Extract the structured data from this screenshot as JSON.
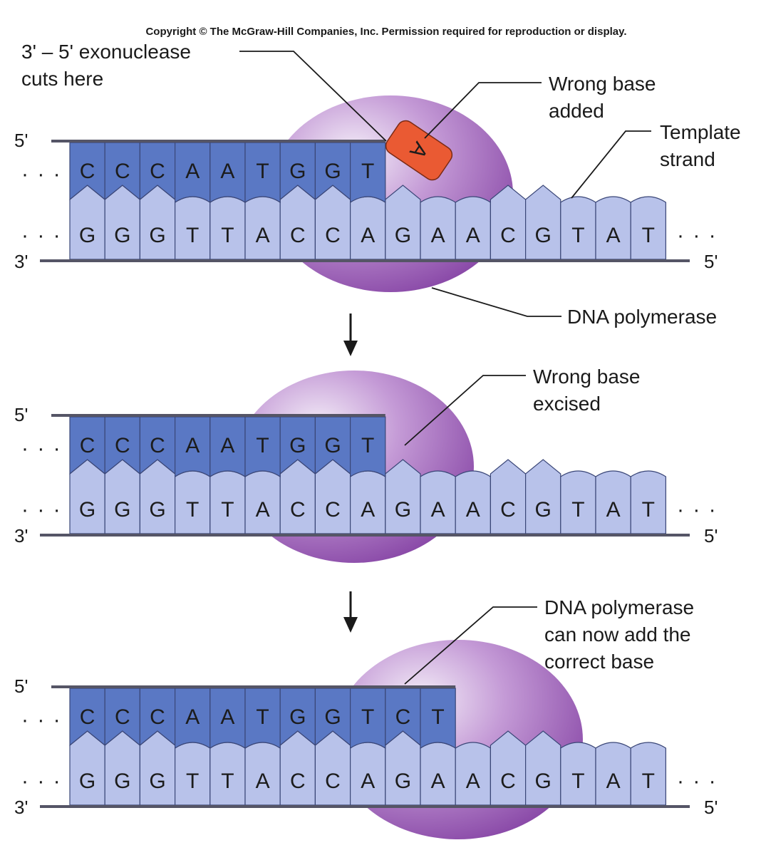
{
  "copyright": "Copyright © The McGraw-Hill Companies, Inc. Permission required for reproduction or display.",
  "colors": {
    "new_strand": "#5a78c4",
    "template_strand": "#b8c2ea",
    "strand_outline": "#3a4677",
    "polymerase": "#9a58b8",
    "wrong_base": "#ea5a33",
    "backbone": "#555566"
  },
  "panels": [
    {
      "new_strand_bases": [
        "C",
        "C",
        "C",
        "A",
        "A",
        "T",
        "G",
        "G",
        "T"
      ],
      "template_bases": [
        "G",
        "G",
        "G",
        "T",
        "T",
        "A",
        "C",
        "C",
        "A",
        "G",
        "A",
        "A",
        "C",
        "G",
        "T",
        "A",
        "T"
      ],
      "five_prime_top": "5'",
      "three_prime_bottom": "3'",
      "five_prime_bottom": "5'",
      "dots_left_top": "· · ·",
      "dots_left_bottom": "· · ·",
      "dots_right_bottom": "· · ·",
      "wrong_base": "A",
      "labels": [
        {
          "lines": [
            "3' – 5' exonuclease",
            "cuts here"
          ]
        },
        {
          "lines": [
            "Wrong base",
            "added"
          ]
        },
        {
          "lines": [
            "Template",
            "strand"
          ]
        },
        {
          "lines": [
            "DNA polymerase"
          ]
        }
      ]
    },
    {
      "new_strand_bases": [
        "C",
        "C",
        "C",
        "A",
        "A",
        "T",
        "G",
        "G",
        "T"
      ],
      "template_bases": [
        "G",
        "G",
        "G",
        "T",
        "T",
        "A",
        "C",
        "C",
        "A",
        "G",
        "A",
        "A",
        "C",
        "G",
        "T",
        "A",
        "T"
      ],
      "five_prime_top": "5'",
      "three_prime_bottom": "3'",
      "five_prime_bottom": "5'",
      "dots_left_top": "· · ·",
      "dots_left_bottom": "· · ·",
      "dots_right_bottom": "· · ·",
      "labels": [
        {
          "lines": [
            "Wrong base",
            "excised"
          ]
        }
      ]
    },
    {
      "new_strand_bases": [
        "C",
        "C",
        "C",
        "A",
        "A",
        "T",
        "G",
        "G",
        "T",
        "C",
        "T"
      ],
      "template_bases": [
        "G",
        "G",
        "G",
        "T",
        "T",
        "A",
        "C",
        "C",
        "A",
        "G",
        "A",
        "A",
        "C",
        "G",
        "T",
        "A",
        "T"
      ],
      "five_prime_top": "5'",
      "three_prime_bottom": "3'",
      "five_prime_bottom": "5'",
      "dots_left_top": "· · ·",
      "dots_left_bottom": "· · ·",
      "dots_right_bottom": "· · ·",
      "labels": [
        {
          "lines": [
            "DNA polymerase",
            "can now add the",
            "correct base"
          ]
        }
      ]
    }
  ]
}
